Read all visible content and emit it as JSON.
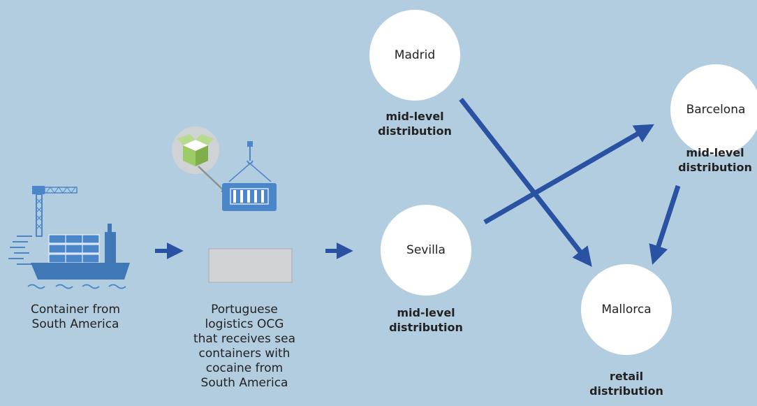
{
  "colors": {
    "background": "#b3cde0",
    "arrow": "#2952a3",
    "node_fill": "#ffffff",
    "illustration_blue": "#4a86c8",
    "ship_hull": "#3f78b5",
    "box_green": "#9ccc65",
    "warehouse_gray": "#cfd3d6"
  },
  "icons": {
    "ship": "cargo-ship-icon",
    "container": "hanging-container-icon",
    "package": "open-package-icon",
    "warehouse": "warehouse-block-icon"
  },
  "captions": {
    "ship": [
      "Container from",
      "South America"
    ],
    "logistics": [
      "Portuguese",
      "logistics OCG",
      "that receives sea",
      "containers with",
      "cocaine from",
      "South America"
    ]
  },
  "nodes": {
    "madrid": {
      "label": "Madrid",
      "role": [
        "mid-level",
        "distribution"
      ]
    },
    "sevilla": {
      "label": "Sevilla",
      "role": [
        "mid-level",
        "distribution"
      ]
    },
    "barcelona": {
      "label": "Barcelona",
      "role": [
        "mid-level",
        "distribution"
      ]
    },
    "mallorca": {
      "label": "Mallorca",
      "role": [
        "retail",
        "distribution"
      ]
    }
  }
}
